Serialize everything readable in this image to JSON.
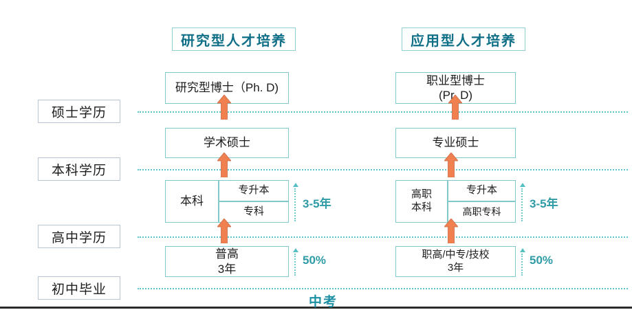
{
  "diagram": {
    "title_bottom": "中考",
    "colors": {
      "teal_border": "#7fc9ca",
      "teal_text": "#0f6f86",
      "dotted_line": "#58c7c9",
      "arrow_orange": "#f08050",
      "label_border": "#b9c4d2",
      "annotation_text": "#2e9ba6"
    },
    "columns": [
      {
        "id": "research",
        "header": "研究型人才培养"
      },
      {
        "id": "applied",
        "header": "应用型人才培养"
      }
    ],
    "tier_labels": [
      {
        "id": "master",
        "label": "硕士学历"
      },
      {
        "id": "bachelor",
        "label": "本科学历"
      },
      {
        "id": "highschool",
        "label": "高中学历"
      },
      {
        "id": "middle",
        "label": "初中毕业"
      }
    ],
    "nodes": {
      "doctor_left": "研究型博士（Ph. D)",
      "doctor_right": "职业型博士\n(Pr. D)",
      "master_left": "学术硕士",
      "master_right": "专业硕士",
      "bachelor_left_main": "本科",
      "bachelor_left_upper": "专升本",
      "bachelor_left_lower": "专科",
      "bachelor_right_main": "高职\n本科",
      "bachelor_right_upper": "专升本",
      "bachelor_right_lower": "高职专科",
      "high_left": "普高\n3年",
      "high_right": "职高/中专/技校\n3年"
    },
    "annotations": [
      {
        "id": "years-left",
        "text": "3-5年"
      },
      {
        "id": "years-right",
        "text": "3-5年"
      },
      {
        "id": "ratio-left",
        "text": "50%"
      },
      {
        "id": "ratio-right",
        "text": "50%"
      }
    ]
  }
}
